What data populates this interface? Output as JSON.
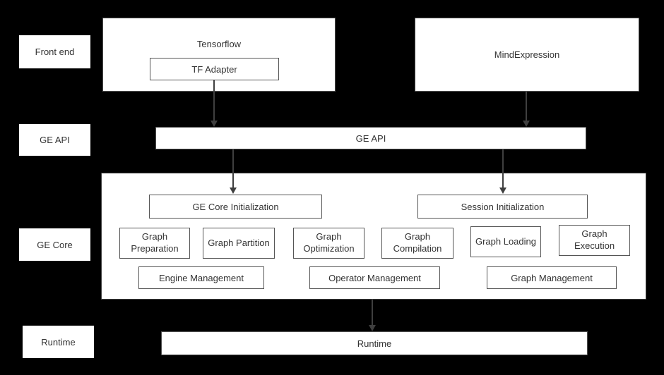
{
  "colors": {
    "background": "#000000",
    "box_background": "#ffffff",
    "box_border": "#555555",
    "text": "#333333",
    "arrow": "#3f3f3f"
  },
  "layer_labels": [
    {
      "label": "Front end"
    },
    {
      "label": "GE API"
    },
    {
      "label": "GE Core"
    },
    {
      "label": "Runtime"
    }
  ],
  "front_end": {
    "tensorflow": {
      "label": "Tensorflow",
      "adapter_label": "TF Adapter"
    },
    "mind_expression": {
      "label": "MindExpression"
    }
  },
  "ge_api": {
    "label": "GE API"
  },
  "ge_core": {
    "init_boxes": [
      {
        "label": "GE Core Initialization"
      },
      {
        "label": "Session Initialization"
      }
    ],
    "modules": [
      {
        "label": "Graph Preparation"
      },
      {
        "label": "Graph Partition"
      },
      {
        "label": "Graph Optimization"
      },
      {
        "label": "Graph Compilation"
      },
      {
        "label": "Graph Loading"
      },
      {
        "label": "Graph Execution"
      }
    ],
    "management": [
      {
        "label": "Engine Management"
      },
      {
        "label": "Operator Management"
      },
      {
        "label": "Graph Management"
      }
    ]
  },
  "runtime": {
    "label": "Runtime"
  }
}
